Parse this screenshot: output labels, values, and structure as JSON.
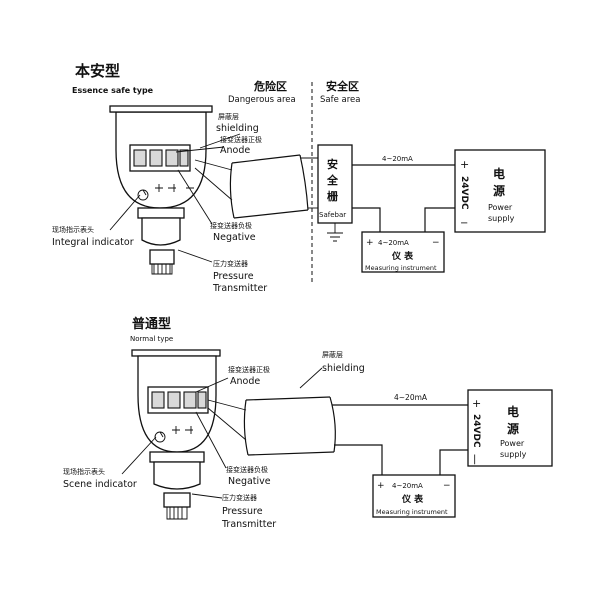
{
  "top": {
    "title_cn": "本安型",
    "title_en": "Essence safe type",
    "zone_danger_cn": "危险区",
    "zone_danger_en": "Dangerous area",
    "zone_safe_cn": "安全区",
    "zone_safe_en": "Safe area",
    "shielding_cn": "屏蔽层",
    "shielding_en": "shielding",
    "anode_cn": "接变送器正极",
    "anode_en": "Anode",
    "negative_cn": "接变送器负极",
    "negative_en": "Negative",
    "indicator_cn": "现场指示表头",
    "indicator_en": "Integral indicator",
    "transmitter_cn": "压力变送器",
    "transmitter_en1": "Pressure",
    "transmitter_en2": "Transmitter",
    "safebarrier_cn": [
      "安",
      "全",
      "栅"
    ],
    "safebarrier_en": "Safebar",
    "current_top": "4~20mA",
    "meter_range": "4~20mA",
    "meter_plus": "+",
    "meter_minus": "−",
    "meter_cn": "仪 表",
    "meter_en": "Measuring instrument",
    "power_cn": [
      "电",
      "源"
    ],
    "power_en1": "Power",
    "power_en2": "supply",
    "power_plus": "+",
    "power_voltage": "24VDC",
    "power_minus": "−"
  },
  "bottom": {
    "title_cn": "普通型",
    "title_en": "Normal type",
    "shielding_cn": "屏蔽层",
    "shielding_en": "shielding",
    "anode_cn": "接变送器正极",
    "anode_en": "Anode",
    "negative_cn": "接变送器负极",
    "negative_en": "Negative",
    "indicator_cn": "现场指示表头",
    "indicator_en": "Scene indicator",
    "transmitter_cn": "压力变送器",
    "transmitter_en1": "Pressure",
    "transmitter_en2": "Transmitter",
    "current_top": "4~20mA",
    "meter_range": "4~20mA",
    "meter_plus": "+",
    "meter_minus": "−",
    "meter_cn": "仪 表",
    "meter_en": "Measuring instrument",
    "power_cn": [
      "电",
      "源"
    ],
    "power_en1": "Power",
    "power_en2": "supply",
    "power_plus": "+",
    "power_voltage": "24VDC",
    "power_minus": "|"
  }
}
